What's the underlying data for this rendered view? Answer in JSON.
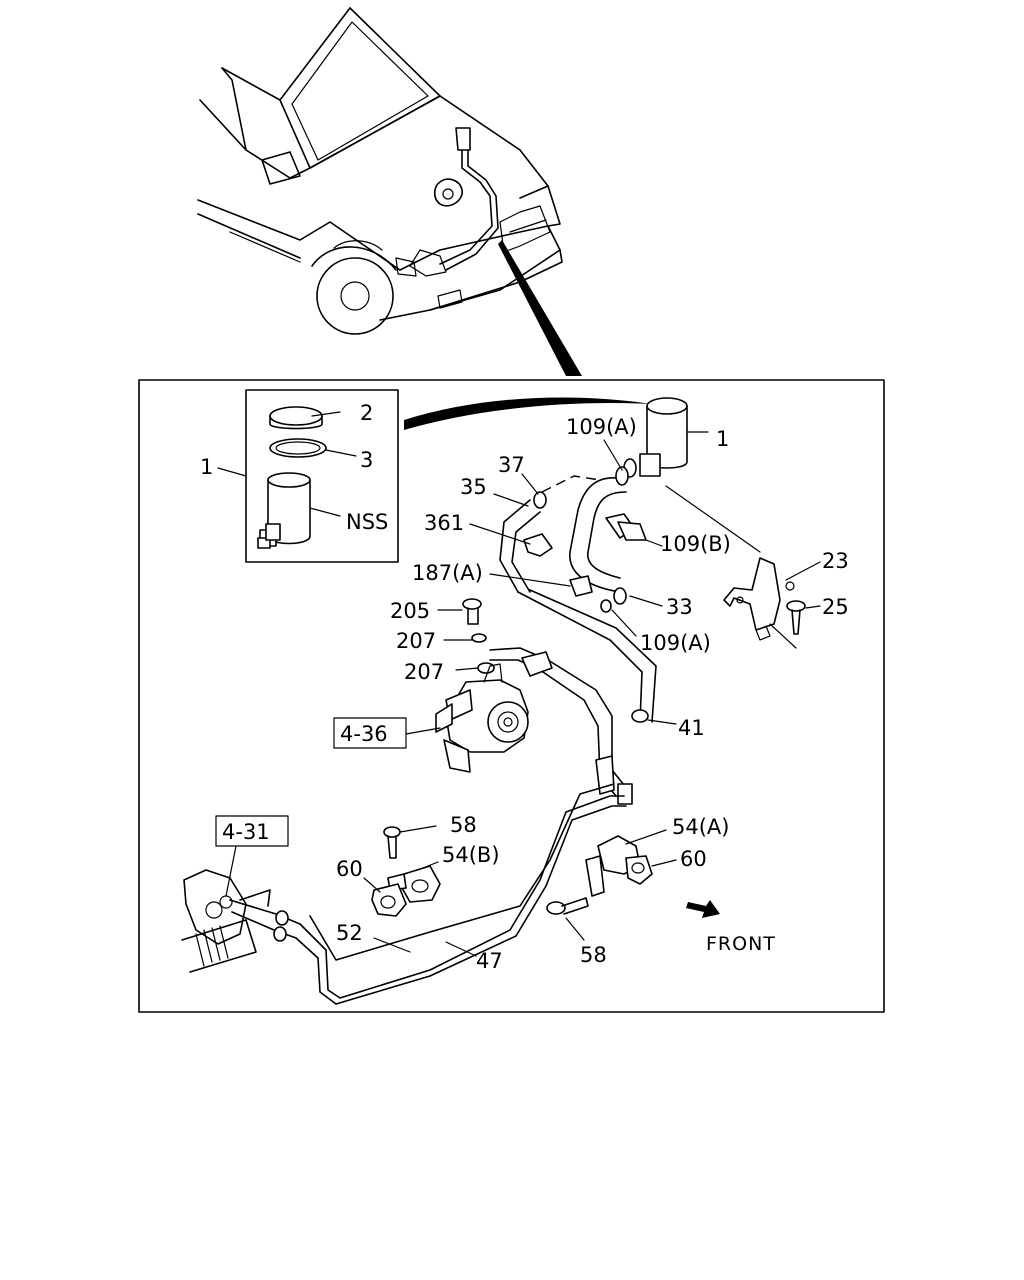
{
  "callouts": {
    "c1_inset": "1",
    "c1_tank": "1",
    "c2": "2",
    "c3": "3",
    "nss": "NSS",
    "c109a_top": "109(A)",
    "c37": "37",
    "c35": "35",
    "c361": "361",
    "c109b": "109(B)",
    "c187a": "187(A)",
    "c23": "23",
    "c33": "33",
    "c25": "25",
    "c205": "205",
    "c207_a": "207",
    "c109a_mid": "109(A)",
    "c207_b": "207",
    "c4_36": "4-36",
    "c41": "41",
    "c4_31": "4-31",
    "c58_top": "58",
    "c54a": "54(A)",
    "c54b": "54(B)",
    "c60_left": "60",
    "c60_right": "60",
    "c52": "52",
    "c47": "47",
    "c58_bottom": "58",
    "front": "FRONT"
  },
  "icons": {
    "front_arrow": "front-direction-arrow-icon"
  }
}
